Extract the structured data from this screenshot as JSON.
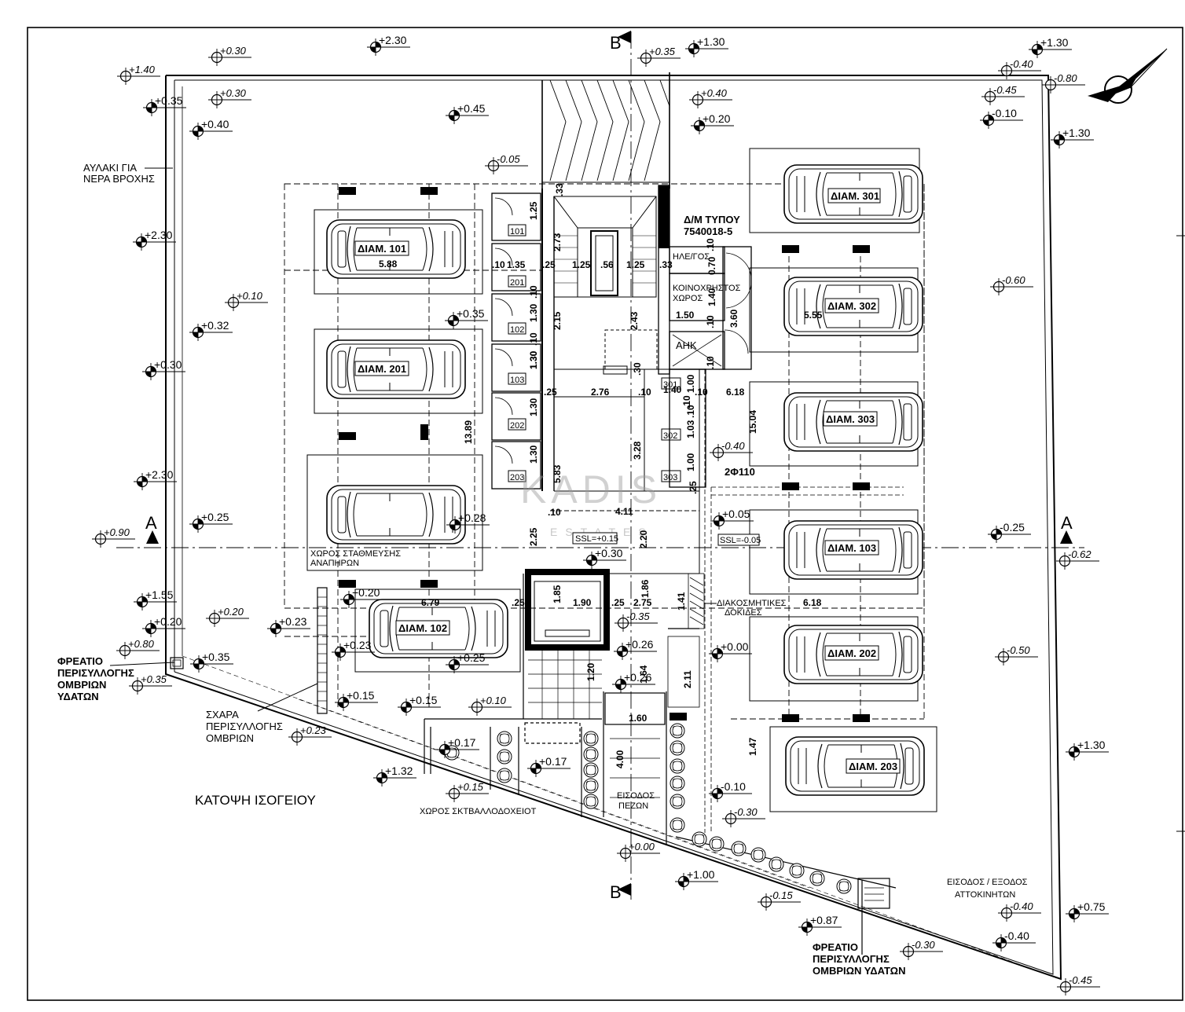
{
  "drawing": {
    "title": "ΚΑΤΟΨΗ ΙΣΟΓΕΙΟΥ",
    "watermark": "KADIS",
    "watermark_sub": "ESTATES",
    "section_a": "A",
    "section_b": "B"
  },
  "labels": {
    "gutter": [
      "ΑΥΛΑΚΙ ΓΙΑ",
      "ΝΕΡΑ ΒΡΟΧΗΣ"
    ],
    "manhole_left": [
      "ΦΡΕΑΤΙΟ",
      "ΠΕΡΙΣΥΛΛΟΓΗΣ",
      "ΟΜΒΡΙΩΝ",
      "ΥΔΑΤΩΝ"
    ],
    "grating": [
      "ΣΧΑΡΑ",
      "ΠΕΡΙΣΥΛΛΟΓΗΣ",
      "ΟΜΒΡΙΩΝ"
    ],
    "transformer": [
      "Δ/Μ ΤΥΠΟΥ",
      "7540018-5"
    ],
    "electric": "ΗΛΕ/ΓΟΣ",
    "common_space": [
      "ΚΟΙΝΟΧΡΗΣΤΟΣ",
      "ΧΩΡΟΣ"
    ],
    "ahk": "ΑΗΚ",
    "disabled_parking": [
      "ΧΩΡΟΣ ΣΤΑΘΜΕΥΣΗΣ",
      "ΑΝΑΠΗΡΩΝ"
    ],
    "decor_beams": [
      "ΔΙΑΚΟΣΜΗΤΙΚΕΣ",
      "ΔΟΚΙΔΕΣ"
    ],
    "bins": "ΧΩΡΟΣ ΣΚΤΒΑΛΛΟΔΟΧΕΙΟΤ",
    "ped_entry": [
      "ΕΙΣΟΔΟΣ",
      "ΠΕΖΩΝ"
    ],
    "car_entry": [
      "ΕΙΣΟΔΟΣ / ΕΞΟΔΟΣ",
      "ΑΤΤΟΚΙΝΗΤΩΝ"
    ],
    "manhole_right": [
      "ΦΡΕΑΤΙΟ",
      "ΠΕΡΙΣΥΛΛΟΓΗΣ",
      "ΟΜΒΡΙΩΝ ΥΔΑΤΩΝ"
    ],
    "ssl_left": "SSL=+0.15",
    "ssl_right": "SSL=-0.05",
    "pipe": "2Φ110"
  },
  "parking": [
    {
      "label": "ΔΙΑΜ. 101"
    },
    {
      "label": "ΔΙΑΜ. 201"
    },
    {
      "label": ""
    },
    {
      "label": "ΔΙΑΜ. 102"
    },
    {
      "label": "ΔΙΑΜ. 301"
    },
    {
      "label": "ΔΙΑΜ. 302"
    },
    {
      "label": "ΔΙΑΜ. 303"
    },
    {
      "label": "ΔΙΑΜ. 103"
    },
    {
      "label": "ΔΙΑΜ. 202"
    },
    {
      "label": "ΔΙΑΜ. 203"
    }
  ],
  "storage": [
    "101",
    "201",
    "102",
    "103",
    "202",
    "203",
    "301",
    "302",
    "303"
  ],
  "levels": [
    "+0.30",
    "+2.30",
    "+1.40",
    "+0.35",
    "+0.30",
    "+0.45",
    "+0.40",
    "+0.35",
    "+1.30",
    "-0.40",
    "+0.20",
    "+0.40",
    "+1.30",
    "-0.45",
    "-0.10",
    "-0.80",
    "+1.30",
    "-0.05",
    "+2.30",
    "+0.10",
    "+0.32",
    "+0.35",
    "+0.30",
    "-0.60",
    "-0.40",
    "+2.30",
    "+0.25",
    "+0.28",
    "+0.05",
    "+0.90",
    "-0.25",
    "-0.62",
    "+0.30",
    "+1.55",
    "+0.20",
    "+0.20",
    "+0.20",
    "+0.23",
    "-0.35",
    "+0.80",
    "+0.23",
    "+0.25",
    "+0.00",
    "+0.35",
    "-0.50",
    "+0.26",
    "+0.26",
    "+0.35",
    "+0.15",
    "+0.15",
    "+0.10",
    "+0.23",
    "+0.17",
    "+0.17",
    "+1.32",
    "+0.15",
    "+1.30",
    "-0.10",
    "-0.30",
    "+0.00",
    "+1.00",
    "-0.15",
    "+0.87",
    "-0.40",
    "+0.75",
    "-0.30",
    "-0.40",
    "-0.45"
  ],
  "dimensions": [
    "1.25",
    "2.73",
    "1.35",
    ".10",
    ".25",
    "1.25",
    ".56",
    "1.25",
    ".33",
    "5.88",
    "1.30",
    "2.15",
    "2.43",
    "1.30",
    "1.30",
    "2.76",
    "1.30",
    "1.30",
    "13.89",
    "5.83",
    "3.28",
    "4.11",
    "2.25",
    "2.20",
    ".10",
    "1.85",
    "1.90",
    ".25",
    ".25",
    "6.79",
    "1.86",
    "2.75",
    "1.41",
    "1.20",
    "1.64",
    "2.11",
    "1.60",
    "4.00",
    "1.50",
    "1.40",
    "3.60",
    "0.70",
    "1.40",
    "1.00",
    "1.03",
    "1.00",
    "6.18",
    "15.04",
    "5.55",
    "6.18",
    "1.47",
    ".25",
    ".30",
    ".33",
    ".10",
    ".25",
    ".10",
    ".10",
    ".10",
    ".10",
    ".10",
    ".10",
    ".10",
    ".10"
  ]
}
